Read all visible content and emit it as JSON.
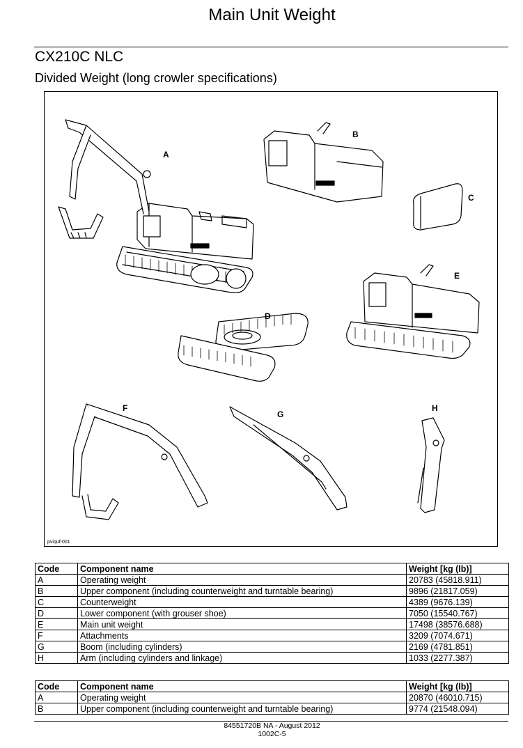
{
  "page": {
    "title": "Main Unit Weight",
    "model": "CX210C NLC",
    "subtitle": "Divided Weight (long crowler specifications)"
  },
  "figure": {
    "id": "pviquf-001",
    "labels": [
      "A",
      "B",
      "C",
      "D",
      "E",
      "F",
      "G",
      "H"
    ]
  },
  "table1": {
    "headers": [
      "Code",
      "Component name",
      "Weight [kg (lb)]"
    ],
    "rows": [
      [
        "A",
        "Operating weight",
        "20783 (45818.911)"
      ],
      [
        "B",
        "Upper component (including counterweight and turntable bearing)",
        "9896 (21817.059)"
      ],
      [
        "C",
        "Counterweight",
        "4389 (9676.139)"
      ],
      [
        "D",
        "Lower component (with grouser shoe)",
        "7050 (15540.767)"
      ],
      [
        "E",
        "Main unit weight",
        "17498 (38576.688)"
      ],
      [
        "F",
        "Attachments",
        "3209 (7074.671)"
      ],
      [
        "G",
        "Boom (including cylinders)",
        "2169 (4781.851)"
      ],
      [
        "H",
        "Arm (including cylinders and linkage)",
        "1033 (2277.387)"
      ]
    ]
  },
  "table2": {
    "headers": [
      "Code",
      "Component name",
      "Weight [kg (lb)]"
    ],
    "rows": [
      [
        "A",
        "Operating weight",
        "20870 (46010.715)"
      ],
      [
        "B",
        "Upper component (including counterweight and turntable bearing)",
        "9774 (21548.094)"
      ]
    ]
  },
  "footer": {
    "line1": "84551720B NA - August 2012",
    "line2": "1002C-5"
  }
}
